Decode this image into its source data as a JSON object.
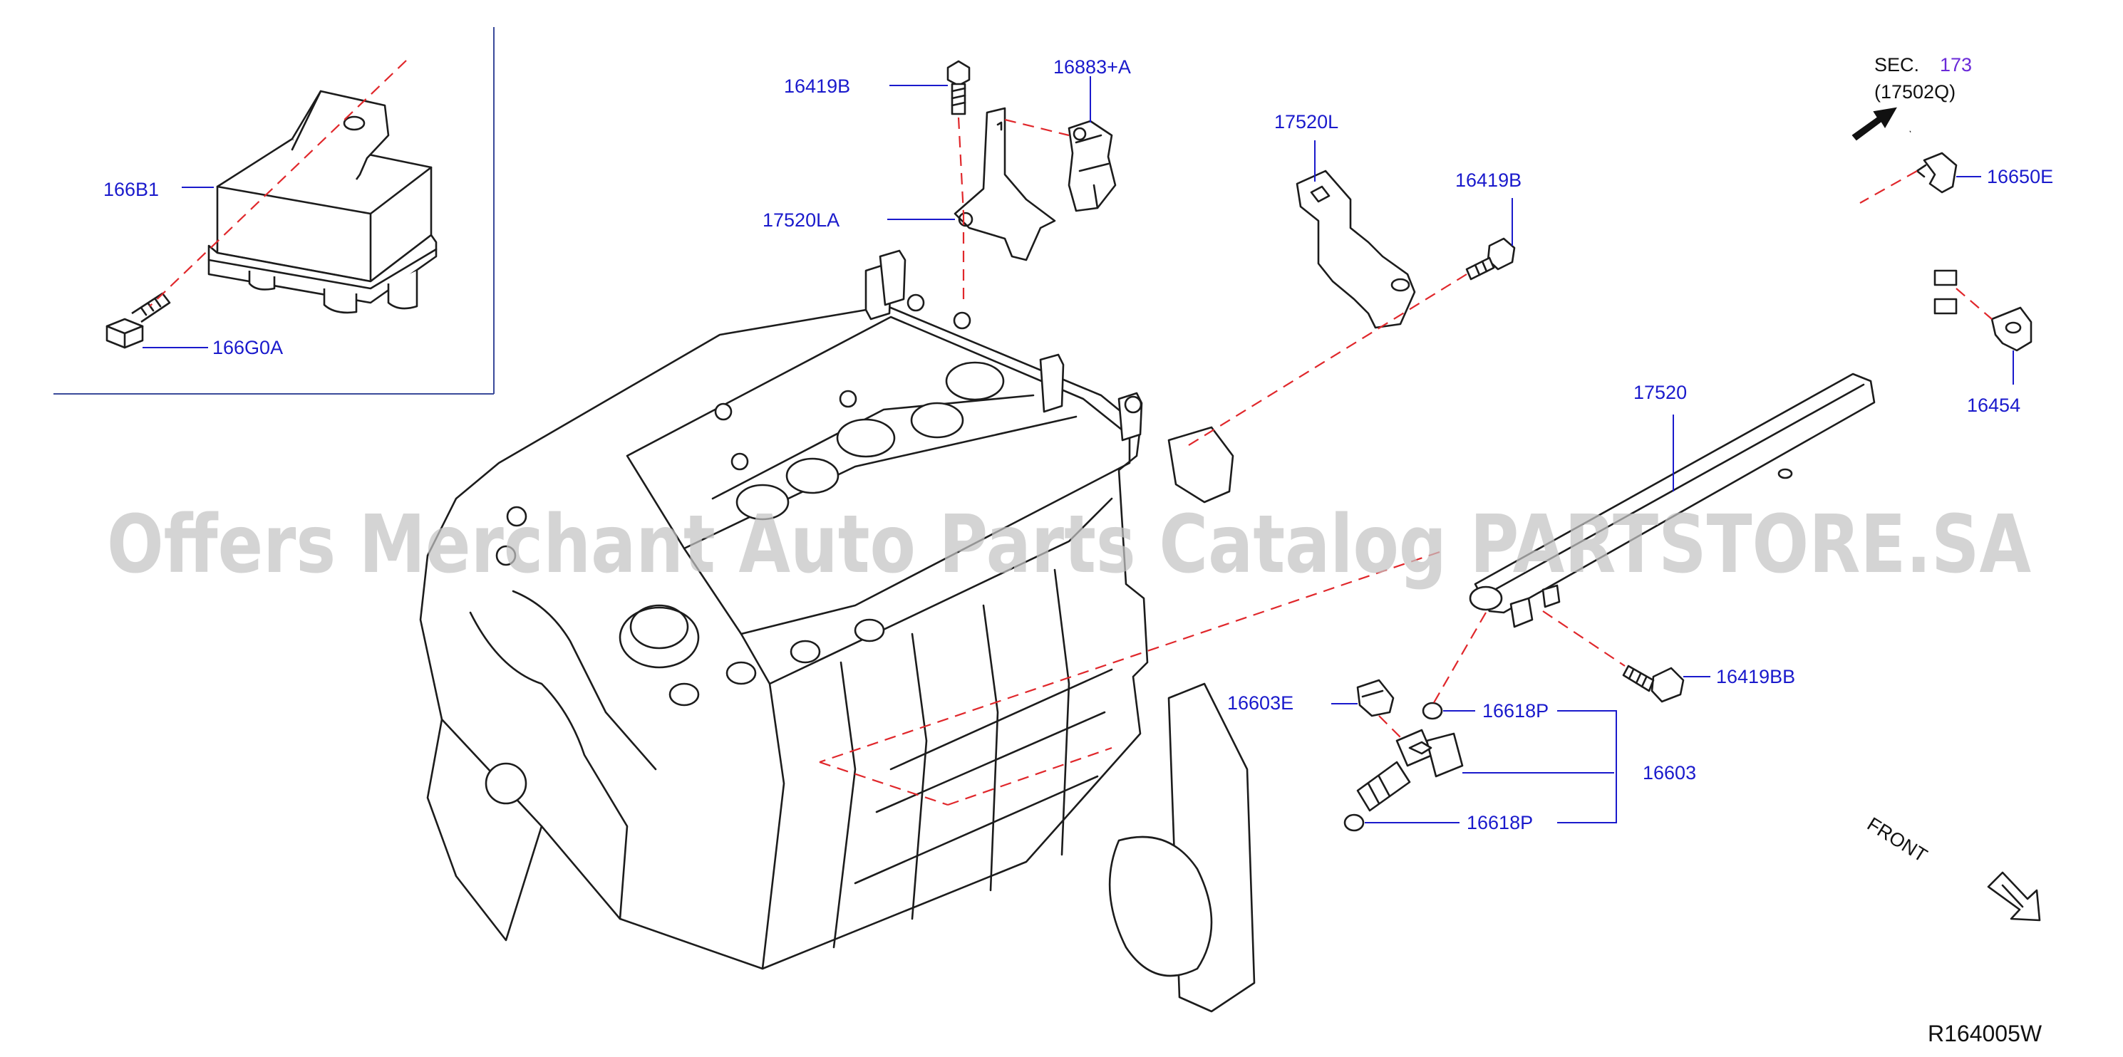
{
  "diagram": {
    "reference_code": "R164005W",
    "watermark": "Offers Merchant Auto Parts Catalog PARTSTORE.SA",
    "section_ref": {
      "prefix": "SEC.",
      "number": "173",
      "part": "(17502Q)"
    },
    "direction_label": "FRONT",
    "colors": {
      "callout": "#1a1acc",
      "centerline": "#e0272b",
      "outline": "#1c1c1c",
      "watermark": "#c4c4c4"
    },
    "callouts": {
      "c166B1": "166B1",
      "c166G0A": "166G0A",
      "c16419B_top": "16419B",
      "c16883A": "16883+A",
      "c17520LA": "17520LA",
      "c17520L": "17520L",
      "c16419B_mid": "16419B",
      "c16650E": "16650E",
      "c16454": "16454",
      "c17520": "17520",
      "c16603E": "16603E",
      "c16618P_top": "16618P",
      "c16603": "16603",
      "c16618P_bottom": "16618P",
      "c16419BB": "16419BB"
    }
  }
}
